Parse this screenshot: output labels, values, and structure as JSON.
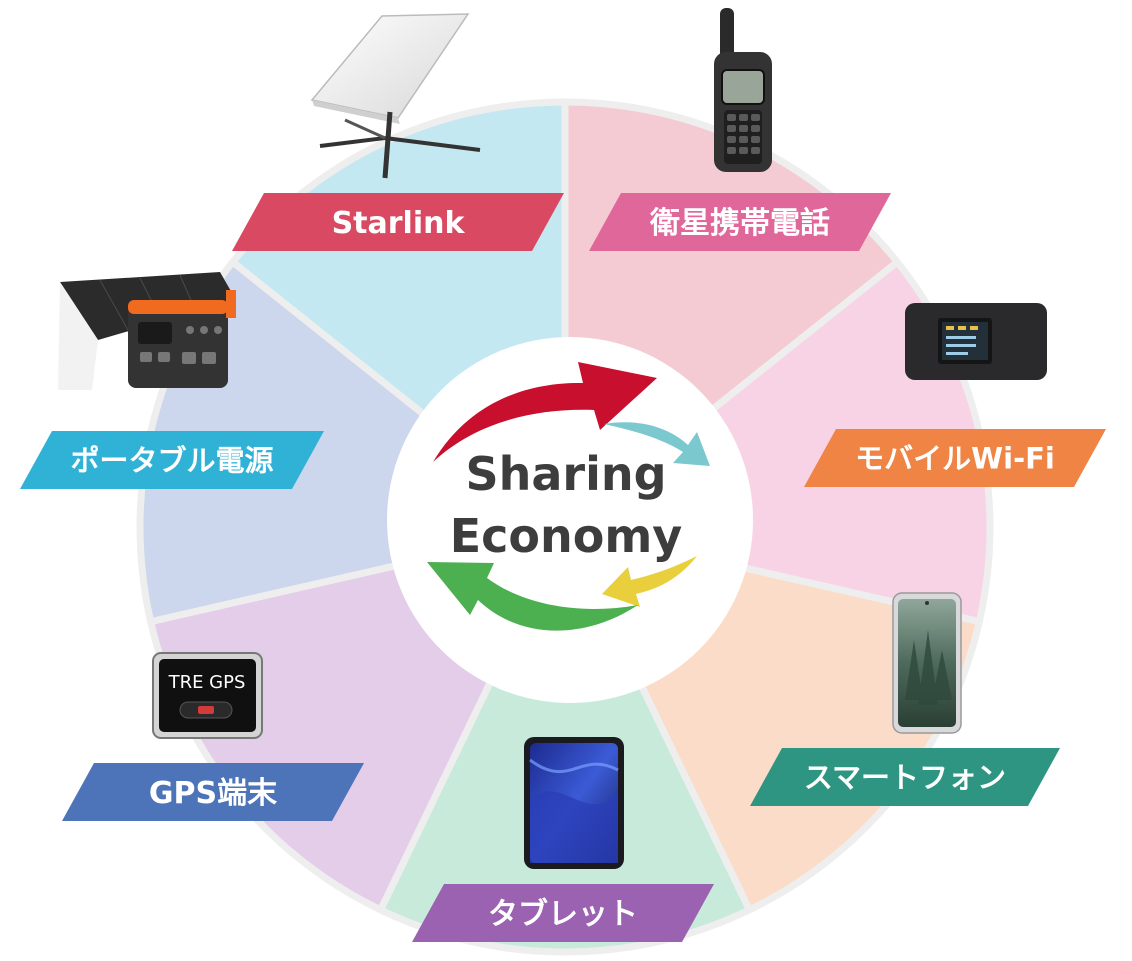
{
  "center": {
    "line1": "Sharing",
    "line2": "Economy"
  },
  "colors": {
    "ring_border": "#eeeeee",
    "hub_fill": "#ffffff",
    "hub_text": "#3d3d3d",
    "arrow_red": "#c8102e",
    "arrow_teal": "#7cc8cf",
    "arrow_yellow": "#e9cf3c",
    "arrow_green": "#4caf50"
  },
  "segments": [
    {
      "key": "starlink",
      "label": "Starlink",
      "label_color": "#d94a62",
      "fill": "#f4cbd3",
      "icon": "satellite-dish-icon"
    },
    {
      "key": "satphone",
      "label": "衛星携帯電話",
      "label_color": "#e0679a",
      "fill": "#f8d3e5",
      "icon": "satellite-phone-icon"
    },
    {
      "key": "wifi",
      "label": "モバイルWi-Fi",
      "label_color": "#ef8445",
      "fill": "#fbdcc8",
      "icon": "mobile-router-icon"
    },
    {
      "key": "smartphone",
      "label": "スマートフォン",
      "label_color": "#2e9582",
      "fill": "#c8eada",
      "icon": "smartphone-icon"
    },
    {
      "key": "tablet",
      "label": "タブレット",
      "label_color": "#9a62b0",
      "fill": "#e3cde9",
      "icon": "tablet-icon"
    },
    {
      "key": "gps",
      "label": "GPS端末",
      "label_color": "#4d74b8",
      "fill": "#ccd6ec",
      "icon": "gps-tracker-icon",
      "device_text": "TRE GPS"
    },
    {
      "key": "power",
      "label": "ポータブル電源",
      "label_color": "#2fb2d6",
      "fill": "#c3e8f1",
      "icon": "portable-power-station-icon"
    }
  ]
}
